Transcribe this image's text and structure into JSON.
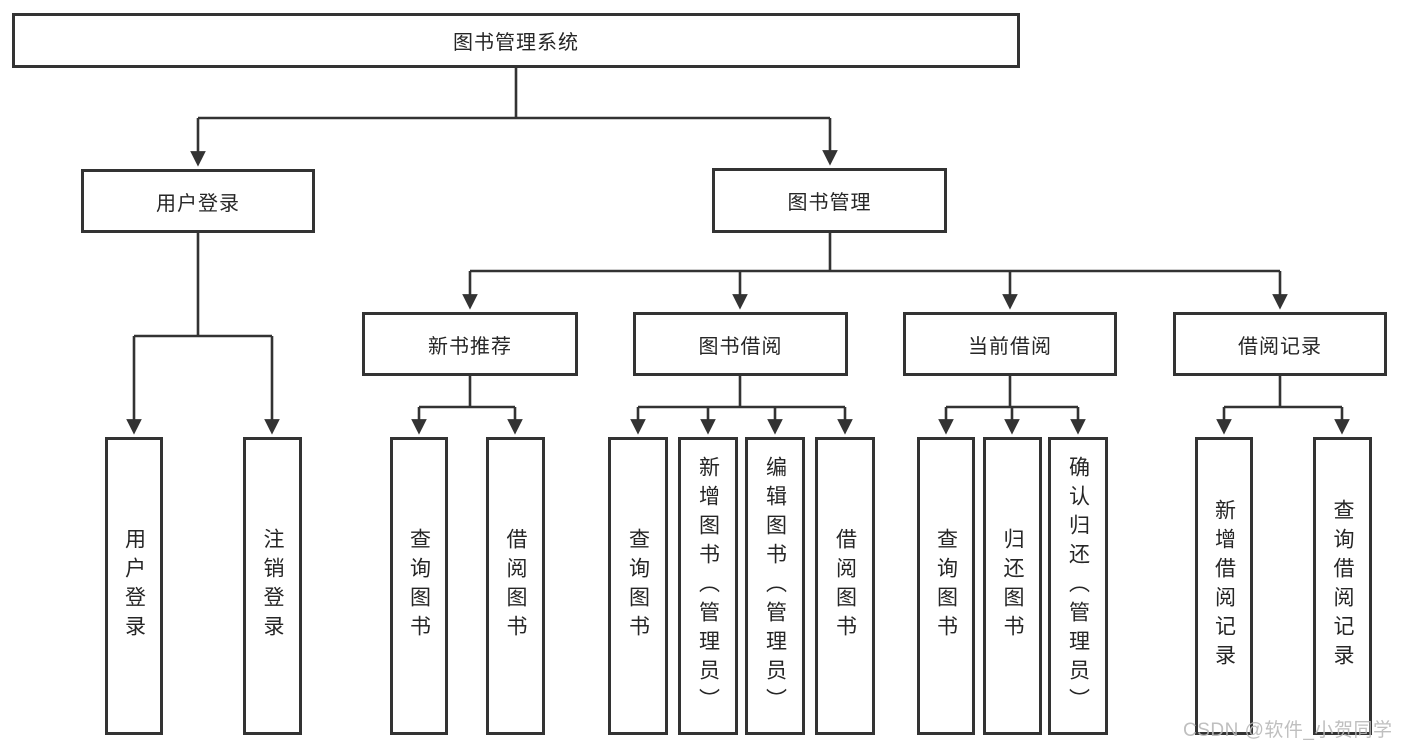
{
  "tree": {
    "root": {
      "label": "图书管理系统"
    },
    "children": [
      {
        "label": "用户登录",
        "children": [
          {
            "label": "用户登录"
          },
          {
            "label": "注销登录"
          }
        ]
      },
      {
        "label": "图书管理",
        "children": [
          {
            "label": "新书推荐",
            "children": [
              {
                "label": "查询图书"
              },
              {
                "label": "借阅图书"
              }
            ]
          },
          {
            "label": "图书借阅",
            "children": [
              {
                "label": "查询图书"
              },
              {
                "label": "新增图书（管理员）"
              },
              {
                "label": "编辑图书（管理员）"
              },
              {
                "label": "借阅图书"
              }
            ]
          },
          {
            "label": "当前借阅",
            "children": [
              {
                "label": "查询图书"
              },
              {
                "label": "归还图书"
              },
              {
                "label": "确认归还（管理员）"
              }
            ]
          },
          {
            "label": "借阅记录",
            "children": [
              {
                "label": "新增借阅记录"
              },
              {
                "label": "查询借阅记录"
              }
            ]
          }
        ]
      }
    ]
  },
  "watermark": {
    "text": "CSDN @软件_小贺同学"
  },
  "colors": {
    "line": "#333333",
    "text": "#262626",
    "watermark": "#b9b9b9",
    "background": "#ffffff"
  }
}
